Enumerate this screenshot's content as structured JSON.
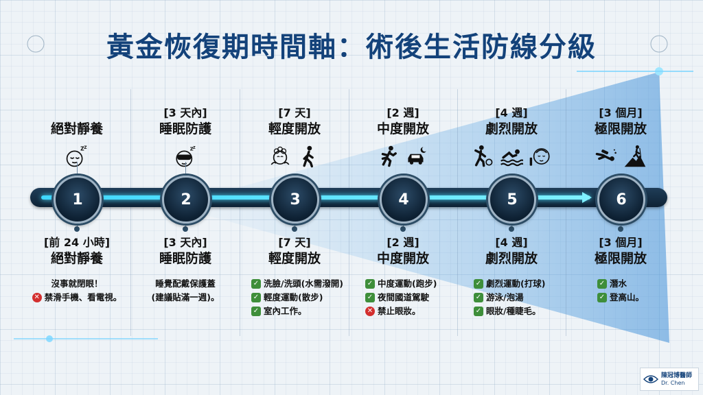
{
  "title": "黃金恢復期時間軸：術後生活防線分級",
  "stages": [
    {
      "number": "1",
      "top_when": "",
      "top_label": "絕對靜養",
      "icon_names": [
        "sleeping-face-icon"
      ],
      "bottom_when": "[前 24 小時]",
      "bottom_label": "絕對靜養",
      "rules": [
        {
          "mark": "none",
          "text": "沒事就閉眼！"
        },
        {
          "mark": "cross",
          "text": "禁滑手機、看電視。"
        }
      ]
    },
    {
      "number": "2",
      "top_when": "[3 天內]",
      "top_label": "睡眠防護",
      "icon_names": [
        "eye-mask-sleep-icon"
      ],
      "bottom_when": "[3 天內]",
      "bottom_label": "睡眠防護",
      "rules": [
        {
          "mark": "none",
          "text": "睡覺配戴保護蓋"
        },
        {
          "mark": "none",
          "text": "(建議貼滿一週)。"
        }
      ]
    },
    {
      "number": "3",
      "top_when": "[7 天]",
      "top_label": "輕度開放",
      "icon_names": [
        "face-washing-icon",
        "walking-icon"
      ],
      "bottom_when": "[7 天]",
      "bottom_label": "輕度開放",
      "rules": [
        {
          "mark": "check",
          "text": "洗臉/洗頭(水需潑開)"
        },
        {
          "mark": "check",
          "text": "輕度運動(散步)"
        },
        {
          "mark": "check",
          "text": "室內工作。"
        }
      ]
    },
    {
      "number": "4",
      "top_when": "[2 週]",
      "top_label": "中度開放",
      "icon_names": [
        "running-icon",
        "night-car-icon"
      ],
      "bottom_when": "[2 週]",
      "bottom_label": "中度開放",
      "rules": [
        {
          "mark": "check",
          "text": "中度運動(跑步)"
        },
        {
          "mark": "check",
          "text": "夜間國道駕駛"
        },
        {
          "mark": "cross",
          "text": "禁止眼妝。"
        }
      ]
    },
    {
      "number": "5",
      "top_when": "[4 週]",
      "top_label": "劇烈開放",
      "icon_names": [
        "ball-sport-icon",
        "swimming-icon",
        "makeup-face-icon"
      ],
      "bottom_when": "[4 週]",
      "bottom_label": "劇烈開放",
      "rules": [
        {
          "mark": "check",
          "text": "劇烈運動(打球)"
        },
        {
          "mark": "check",
          "text": "游泳/泡湯"
        },
        {
          "mark": "check",
          "text": "眼妝/種睫毛。"
        }
      ]
    },
    {
      "number": "6",
      "top_when": "[3 個月]",
      "top_label": "極限開放",
      "icon_names": [
        "diving-icon",
        "mountain-climbing-icon"
      ],
      "bottom_when": "[3 個月]",
      "bottom_label": "極限開放",
      "rules": [
        {
          "mark": "check",
          "text": "潛水"
        },
        {
          "mark": "check",
          "text": "登高山。"
        }
      ]
    }
  ],
  "logo": {
    "name": "陳冠博醫師",
    "subtitle": "Dr. Chen"
  },
  "colors": {
    "title": "#13427a",
    "check": "#3e8e3a",
    "cross": "#d32f2f",
    "track": "#0e2235",
    "glow": "#3fd7ff"
  }
}
